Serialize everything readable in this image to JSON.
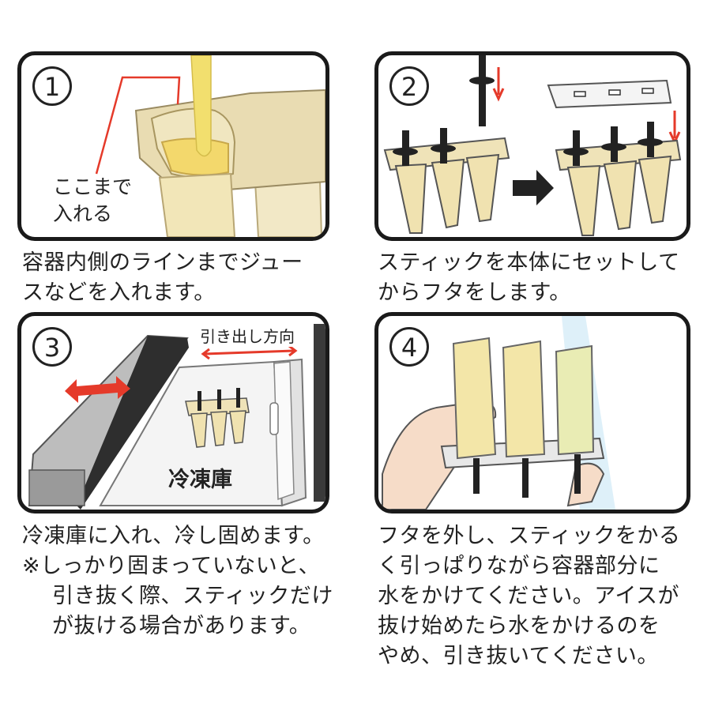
{
  "steps": [
    {
      "number": "1",
      "callout": [
        "ここまで",
        "入れる"
      ],
      "caption": [
        "容器内側のラインまでジュー",
        "スなどを入れます。"
      ]
    },
    {
      "number": "2",
      "caption": [
        "スティックを本体にセットして",
        "からフタをします。"
      ]
    },
    {
      "number": "3",
      "direction_label": "引き出し方向",
      "freezer_label": "冷凍庫",
      "caption": [
        "冷凍庫に入れ、冷し固めます。",
        "※しっかり固まっていないと、",
        "引き抜く際、スティックだけ",
        "が抜ける場合があります。"
      ]
    },
    {
      "number": "4",
      "caption": [
        "フタを外し、スティックをかる",
        "く引っぱりながら容器部分に",
        "水をかけてください。アイスが",
        "抜け始めたら水をかけるのを",
        "やめ、引き抜いてください。"
      ]
    }
  ],
  "colors": {
    "ice": "#f3e6a8",
    "mold": "#ede0b4",
    "arrow_red": "#e53a2a",
    "frame": "#1a1a1a"
  }
}
